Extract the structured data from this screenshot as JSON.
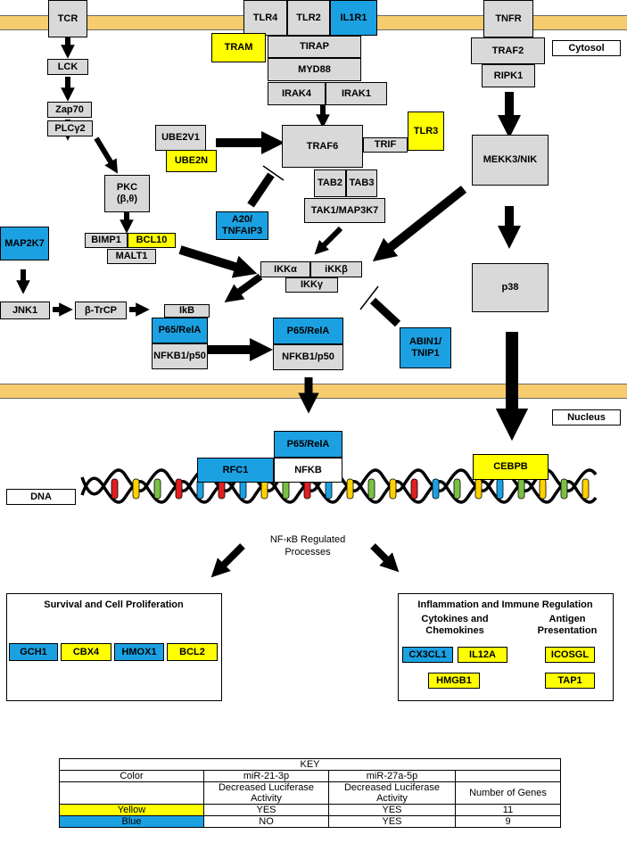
{
  "compartments": {
    "cytosol": "Cytosol",
    "nucleus": "Nucleus",
    "dna": "DNA"
  },
  "colors": {
    "gray": "#d9d9d9",
    "yellow": "#ffff00",
    "blue": "#1ba1e2",
    "membrane": "#f6cc6e"
  },
  "nodes": {
    "tcr": "TCR",
    "lck": "LCK",
    "zap70": "Zap70",
    "plcg2": "PLCγ2",
    "pkc": "PKC\n(β,θ)",
    "bimp1": "BIMP1",
    "bcl10": "BCL10",
    "malt1": "MALT1",
    "map2k7": "MAP2K7",
    "jnk1": "JNK1",
    "btrcp": "β-TrCP",
    "ikb": "IkB",
    "p65_cyto": "P65/RelA",
    "nfkb1_cyto": "NFKB1/p50",
    "p65_cyto2": "P65/RelA",
    "nfkb1_cyto2": "NFKB1/p50",
    "tlr4": "TLR4",
    "tlr2": "TLR2",
    "il1r1": "IL1R1",
    "tram": "TRAM",
    "tirap": "TIRAP",
    "myd88": "MYD88",
    "irak4": "IRAK4",
    "irak1": "IRAK1",
    "ube2v1": "UBE2V1",
    "ube2n": "UBE2N",
    "traf6": "TRAF6",
    "trif": "TRIF",
    "tlr3": "TLR3",
    "tab2": "TAB2",
    "tab3": "TAB3",
    "tak1": "TAK1/MAP3K7",
    "a20": "A20/\nTNFAIP3",
    "ikka": "IKKα",
    "ikkb": "iKKβ",
    "ikkg": "IKKγ",
    "abin1": "ABIN1/\nTNIP1",
    "tnfr": "TNFR",
    "traf2": "TRAF2",
    "ripk1": "RIPK1",
    "mekk3": "MEKK3/NIK",
    "p38": "p38",
    "p65_nuc": "P65/RelA",
    "rfc1": "RFC1",
    "nfkb_nuc": "NFKB",
    "cebpb": "CEBPB"
  },
  "processes": {
    "label": "NF-κB Regulated\nProcesses",
    "survival": {
      "title": "Survival and Cell Proliferation",
      "genes": [
        "GCH1",
        "CBX4",
        "HMOX1",
        "BCL2"
      ]
    },
    "inflammation": {
      "title": "Inflammation and Immune Regulation",
      "cytokines_title": "Cytokines and\nChemokines",
      "antigen_title": "Antigen\nPresentation",
      "cx3cl1": "CX3CL1",
      "il12a": "IL12A",
      "hmgb1": "HMGB1",
      "icosgl": "ICOSGL",
      "tap1": "TAP1"
    }
  },
  "key": {
    "title": "KEY",
    "header": [
      "Color",
      "miR-21-3p",
      "miR-27a-5p",
      ""
    ],
    "subheader": [
      "",
      "Decreased Luciferase\nActivity",
      "Decreased Luciferase\nActivity",
      "Number of Genes"
    ],
    "rows": [
      {
        "color": "Yellow",
        "mir21": "YES",
        "mir27": "YES",
        "count": "11"
      },
      {
        "color": "Blue",
        "mir21": "NO",
        "mir27": "YES",
        "count": "9"
      }
    ]
  }
}
